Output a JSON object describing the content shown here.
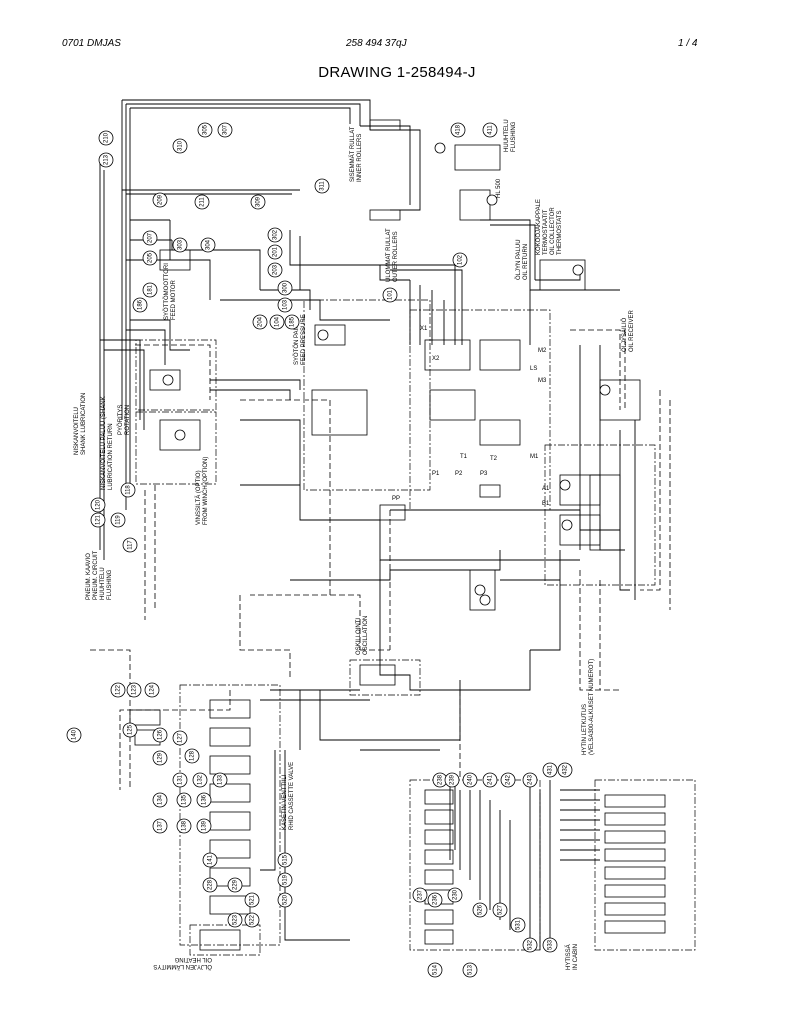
{
  "header": {
    "doc_code": "0701 DMJAS",
    "drawing_number": "258 494 37qJ",
    "page": "1 /  4"
  },
  "title": "DRAWING 1-258494-J",
  "labels": {
    "inner_rollers": [
      "SISEMMÄT RULLAT",
      "INNER ROLLERS"
    ],
    "outer_rollers": [
      "ULOMMAT RULLAT",
      "OUTER ROLLERS"
    ],
    "flushing_top": [
      "HUUHTELU",
      "FLUSHING"
    ],
    "hl500": "HL 500",
    "oil_return": [
      "ÖLJYN PALUU",
      "OIL RETURN"
    ],
    "oil_collector": [
      "KOKOOJAKAPPALE",
      "TERMOSTAATIT",
      "OIL COLLECTOR",
      "THERMOSTATS"
    ],
    "feed_motor": [
      "SYÖTTÖMOOTTORI",
      "FEED MOTOR"
    ],
    "feed_pressure": [
      "SYÖTÖN PAINE",
      "FEED PRESSURE"
    ],
    "shank_lub": [
      "NISKANVOITELU",
      "SHANK LUBRICATION"
    ],
    "shank_lub_return": [
      "NISKANVOITELU PALUU (SHANK",
      "LUBRICATION RETURN"
    ],
    "rotation": [
      "PYÖRITYS",
      "ROTATION"
    ],
    "winch": [
      "VINSSILTÄ (OPTIO)",
      "FROM WINCH (OPTION)"
    ],
    "pneum": [
      "PNEUM. KAAVIO",
      "PNEUM. CIRCUIT",
      "HUUHTELU",
      "FLUSHING"
    ],
    "oil_receiver": [
      "ÖLJYSÄILIÖ",
      "OIL RECEIVER"
    ],
    "oscillation": [
      "OSKILLOINTI",
      "OSCILLATION"
    ],
    "cassette_valve": [
      "KASETIN VENTTIILI",
      "RHID CASSETTE VALVE"
    ],
    "cabin_hoses": [
      "HYTIN LETKUTUS",
      "(VELSA300-ALKUISET NUMEROT)"
    ],
    "in_cabin": [
      "HYTISSÄ",
      "IN CABIN"
    ],
    "oil_heating": [
      "ÖLJYJEN LÄMMITYS",
      "OIL HEATING"
    ],
    "port_marks": [
      "P1",
      "P2",
      "P3",
      "T1",
      "T2",
      "M1",
      "M2",
      "M3",
      "LS",
      "X1",
      "X2",
      "PP",
      "B1",
      "A1"
    ]
  },
  "bubbles": [
    "210",
    "213",
    "310",
    "305",
    "307",
    "311",
    "418",
    "411",
    "209",
    "211",
    "309",
    "207",
    "205",
    "303",
    "304",
    "302",
    "201",
    "203",
    "300",
    "103",
    "102",
    "101",
    "186",
    "181",
    "204",
    "104",
    "185",
    "118",
    "119",
    "117",
    "120",
    "121",
    "122",
    "123",
    "124",
    "125",
    "126",
    "127",
    "128",
    "129",
    "131",
    "132",
    "133",
    "134",
    "135",
    "136",
    "137",
    "138",
    "139",
    "140",
    "141",
    "228",
    "229",
    "230",
    "236",
    "237",
    "238",
    "239",
    "240",
    "241",
    "242",
    "243",
    "431",
    "432",
    "513",
    "514",
    "515",
    "519",
    "520",
    "521",
    "522",
    "523",
    "526",
    "527",
    "531",
    "532",
    "533"
  ]
}
